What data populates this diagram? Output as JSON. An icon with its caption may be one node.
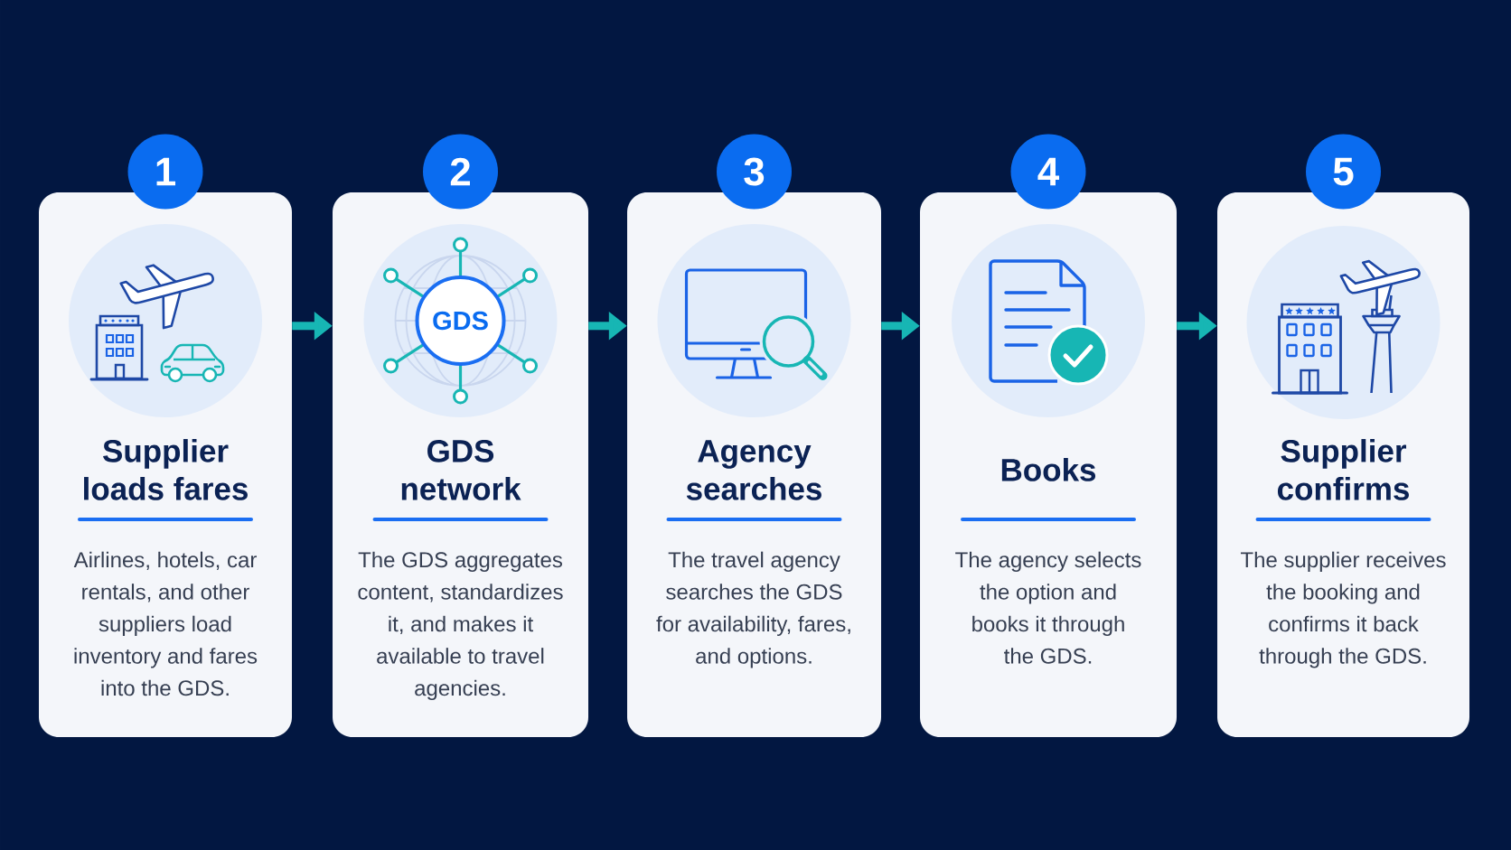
{
  "diagram": {
    "nodes": [
      {
        "text": [
          "1"
        ]
      },
      {
        "text": [
          "Supplier loads fares",
          "Airlines, hotels, car rentals, and other suppliers load inventory and fares into the GDS."
        ]
      },
      {
        "text": [
          "2"
        ]
      },
      {
        "text": [
          "GDS network",
          "The GDS aggregates content, standardizes it, and makes it available to travel agencies."
        ]
      },
      {
        "text": [
          "GDS"
        ],
        "in": 3
      },
      {
        "text": [
          "3"
        ]
      },
      {
        "text": [
          "Agency searches",
          "The travel agency searches the GDS for availability, fares, and options."
        ]
      },
      {
        "text": [
          "4"
        ]
      },
      {
        "text": [
          "Books",
          "The agency selects the option and books it through the GDS."
        ]
      },
      {
        "text": [
          "5"
        ]
      },
      {
        "text": [
          "Supplier confirms",
          "The supplier receives the booking and confirms it back through the GDS."
        ]
      }
    ],
    "edges": [
      {
        "from": 1,
        "to": 3,
        "arrow": "to"
      },
      {
        "from": 3,
        "to": 6,
        "arrow": "to"
      },
      {
        "from": 6,
        "to": 8,
        "arrow": "to"
      },
      {
        "from": 8,
        "to": 10,
        "arrow": "to"
      }
    ]
  }
}
